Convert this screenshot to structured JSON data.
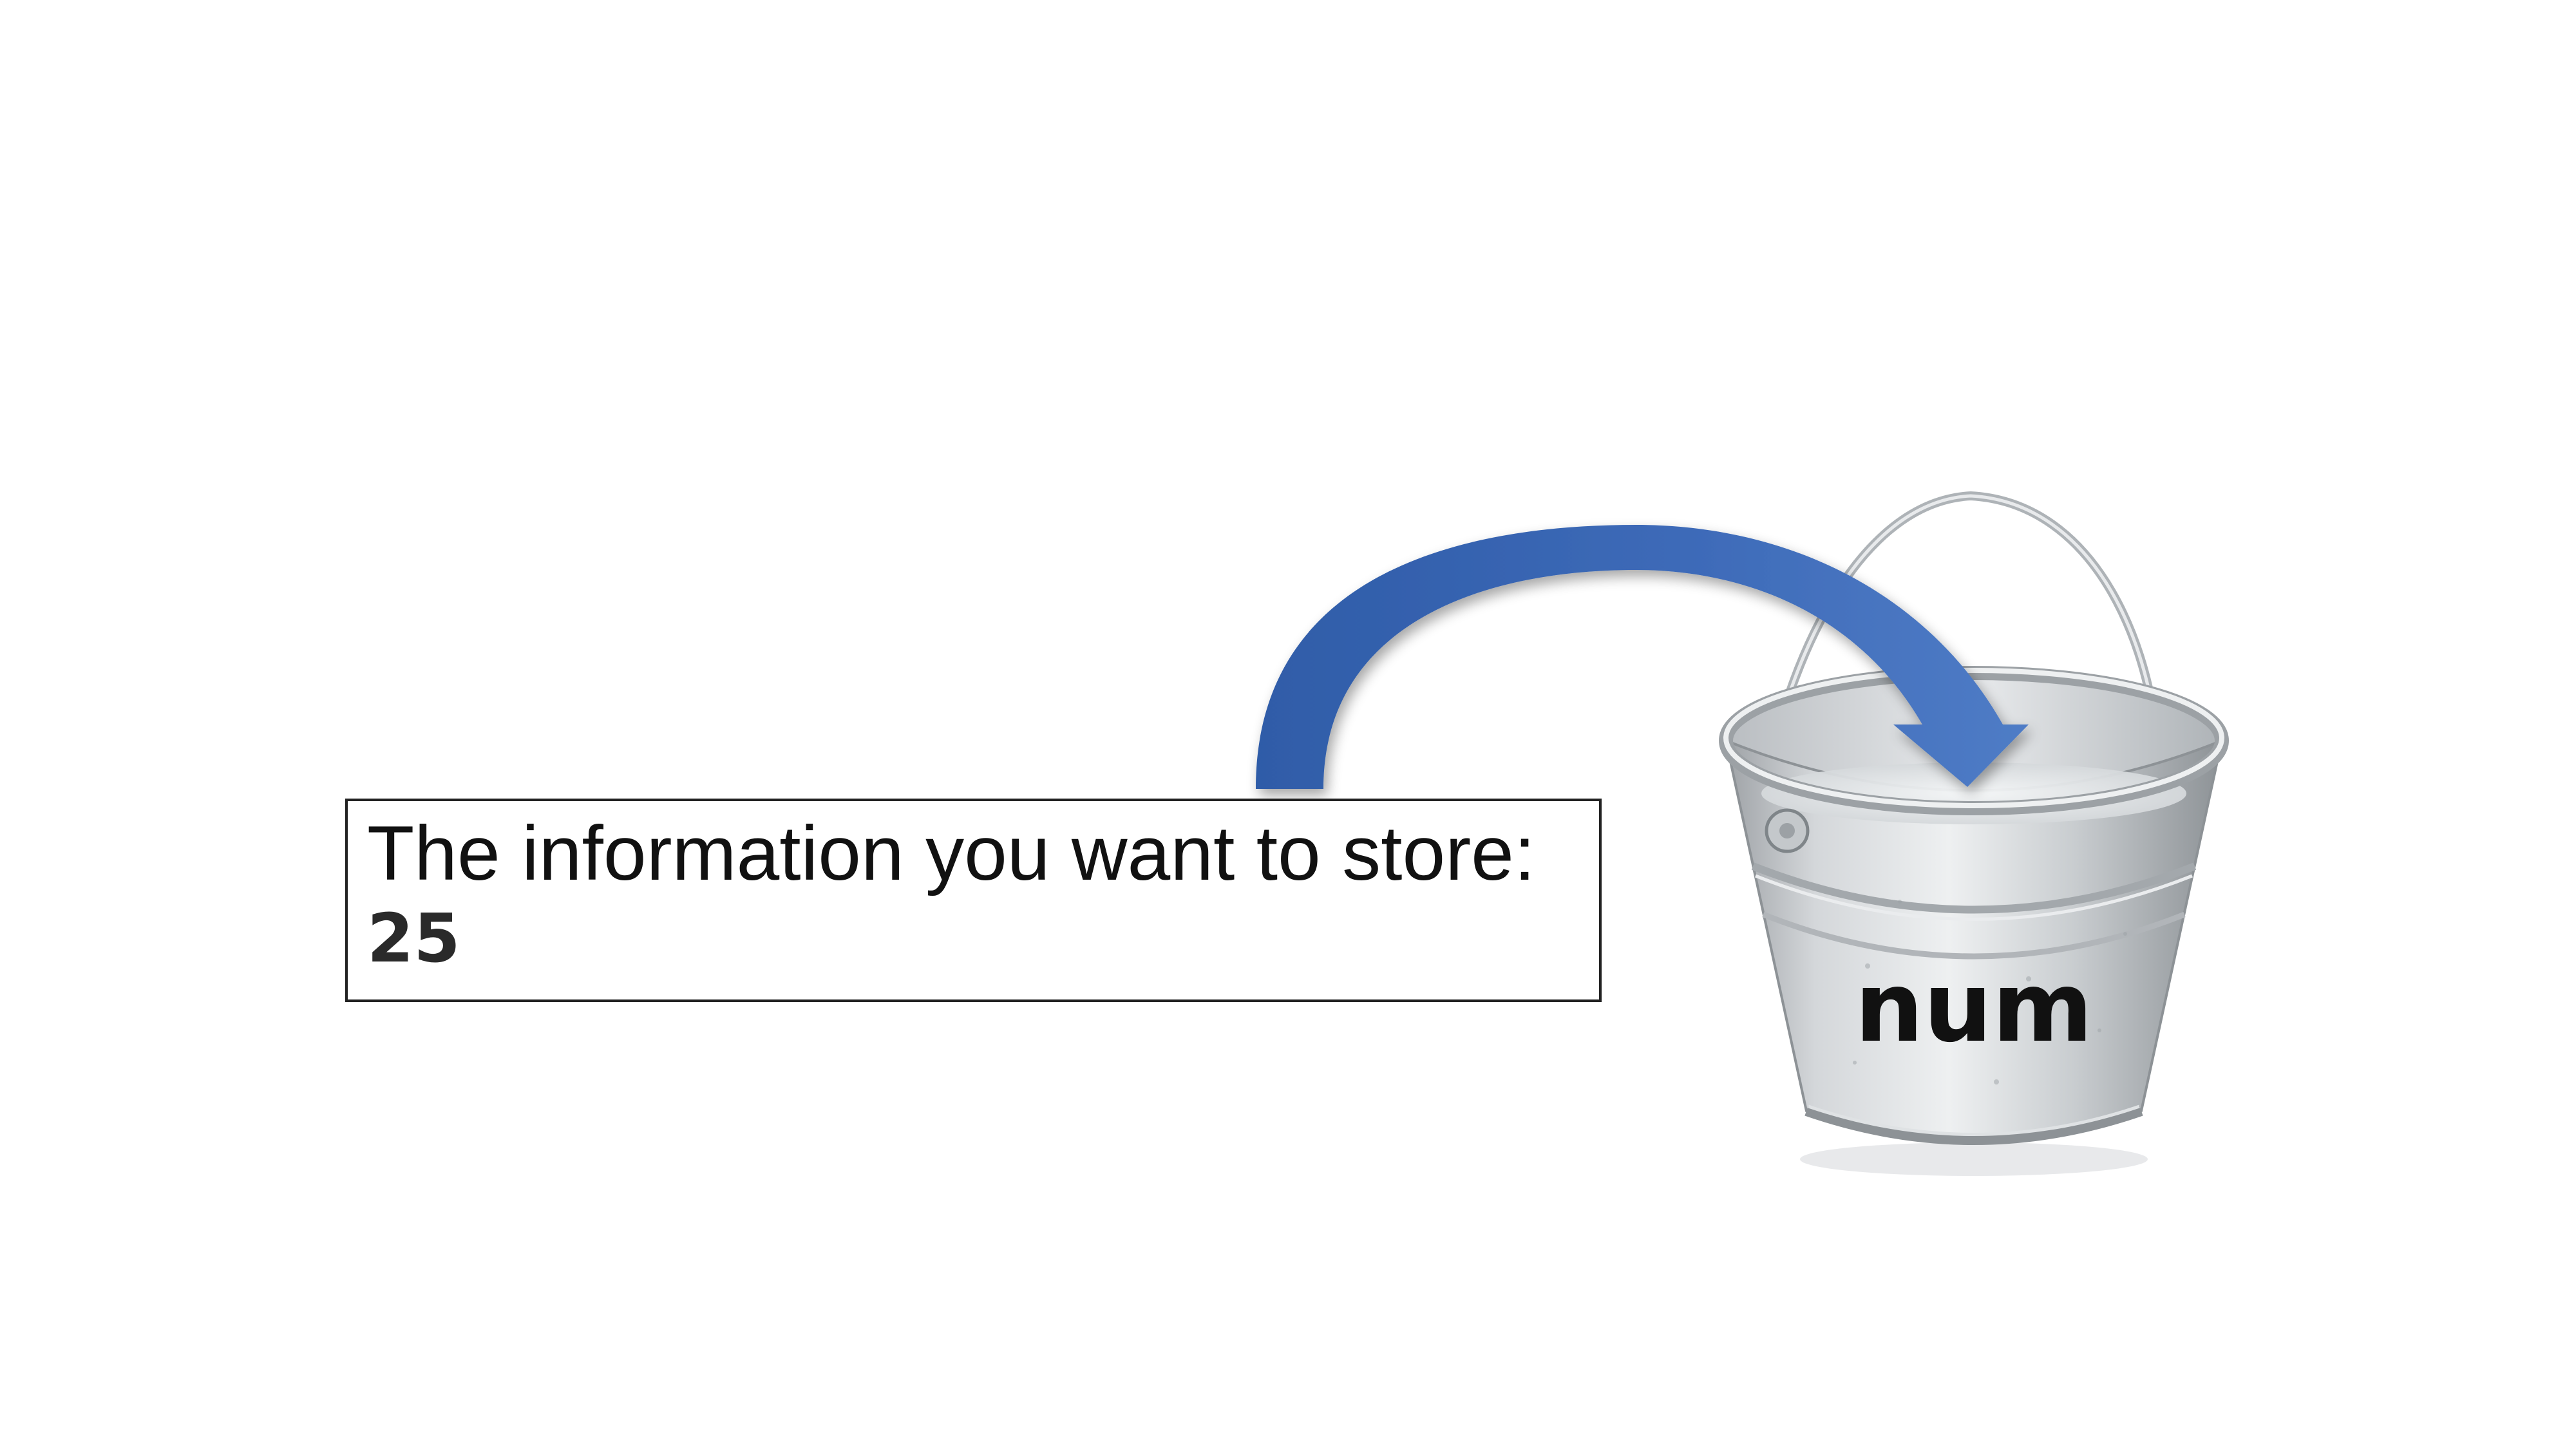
{
  "info_box": {
    "label": "The information you want to store:",
    "value": "25"
  },
  "bucket": {
    "label": "num",
    "icon": "metal-bucket-icon"
  },
  "arrow": {
    "icon": "curved-arrow-icon",
    "color": "#3d6ab8"
  }
}
